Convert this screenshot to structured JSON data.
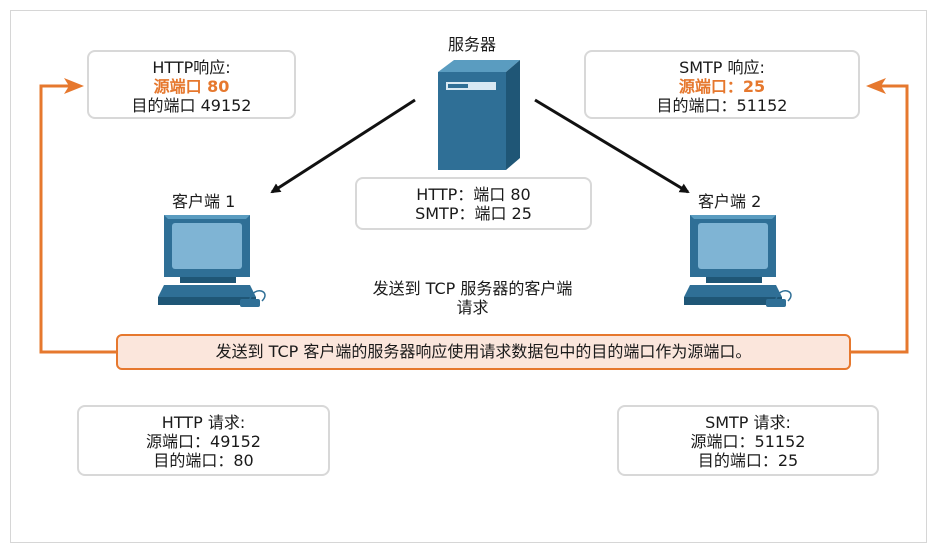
{
  "server": {
    "label": "服务器"
  },
  "client1": {
    "label": "客户端 1"
  },
  "client2": {
    "label": "客户端 2"
  },
  "http_response": {
    "title": "HTTP响应:",
    "source_port": "源端口 80",
    "dest_port": "目的端口 49152"
  },
  "smtp_response": {
    "title": "SMTP 响应:",
    "source_port": "源端口：25",
    "dest_port": "目的端口：51152"
  },
  "server_ports": {
    "http": "HTTP：端口 80",
    "smtp": "SMTP：端口 25"
  },
  "request_note": {
    "line1": "发送到 TCP 服务器的客户端",
    "line2": "请求"
  },
  "response_banner": {
    "text": "发送到 TCP 客户端的服务器响应使用请求数据包中的目的端口作为源端口。"
  },
  "http_request": {
    "title": "HTTP 请求:",
    "source_port": "源端口：49152",
    "dest_port": "目的端口：80"
  },
  "smtp_request": {
    "title": "SMTP 请求:",
    "source_port": "源端口：51152",
    "dest_port": "目的端口：25"
  },
  "colors": {
    "accent": "#e6782e",
    "server_blue": "#2f6f96",
    "monitor_blue": "#3a87b4"
  }
}
